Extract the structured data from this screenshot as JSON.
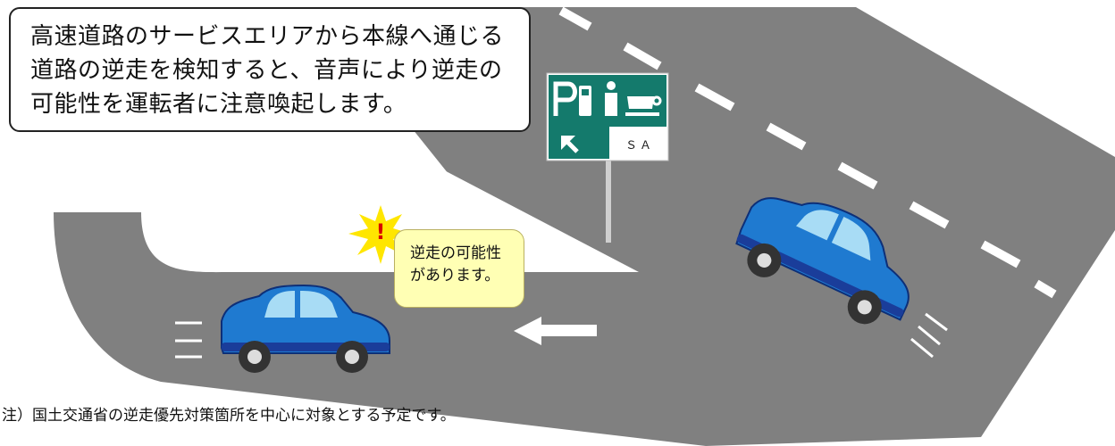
{
  "callout": {
    "lines": [
      "高速道路のサービスエリアから本線へ通じる",
      "道路の逆走を検知すると、音声により逆走の",
      "可能性を運転者に注意喚起します。"
    ]
  },
  "sign": {
    "label": "ＳＡ",
    "icons": [
      "parking-icon",
      "fuel-pump-icon",
      "information-icon",
      "cafe-icon",
      "arrow-up-left-icon"
    ],
    "color": "#147a6c"
  },
  "warning_bubble": {
    "lines": [
      "逆走の可能性",
      "があります。"
    ],
    "mark": "!",
    "color": "#ffffb4"
  },
  "footnote": "注）国土交通省の逆走優先対策箇所を中心に対象とする予定です。",
  "colors": {
    "road": "#808080",
    "car_body": "#1f7ad0",
    "car_dark": "#1a3d9a",
    "burst": "#ffe600"
  }
}
